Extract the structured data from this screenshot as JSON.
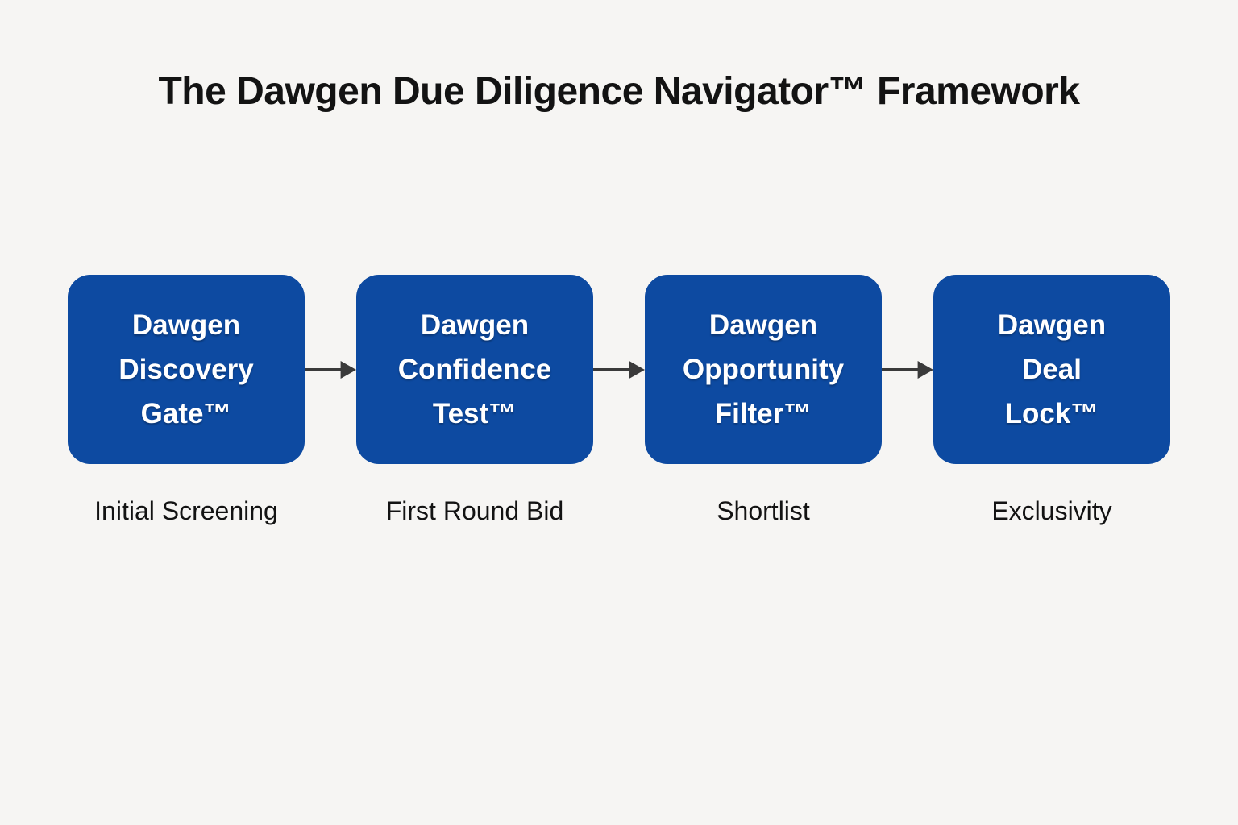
{
  "title": "The Dawgen Due Diligence Navigator™ Framework",
  "colors": {
    "background": "#F6F5F3",
    "box_blue": "#0D4AA1",
    "box_text": "#FFFFFF",
    "title_text": "#131313",
    "label_text": "#131313",
    "arrow": "#3A3A3A"
  },
  "stages": [
    {
      "box_lines": [
        "Dawgen",
        "Discovery",
        "Gate™"
      ],
      "label": "Initial Screening"
    },
    {
      "box_lines": [
        "Dawgen",
        "Confidence",
        "Test™"
      ],
      "label": "First Round Bid"
    },
    {
      "box_lines": [
        "Dawgen",
        "Opportunity",
        "Filter™"
      ],
      "label": "Shortlist"
    },
    {
      "box_lines": [
        "Dawgen",
        "Deal",
        "Lock™"
      ],
      "label": "Exclusivity"
    }
  ]
}
